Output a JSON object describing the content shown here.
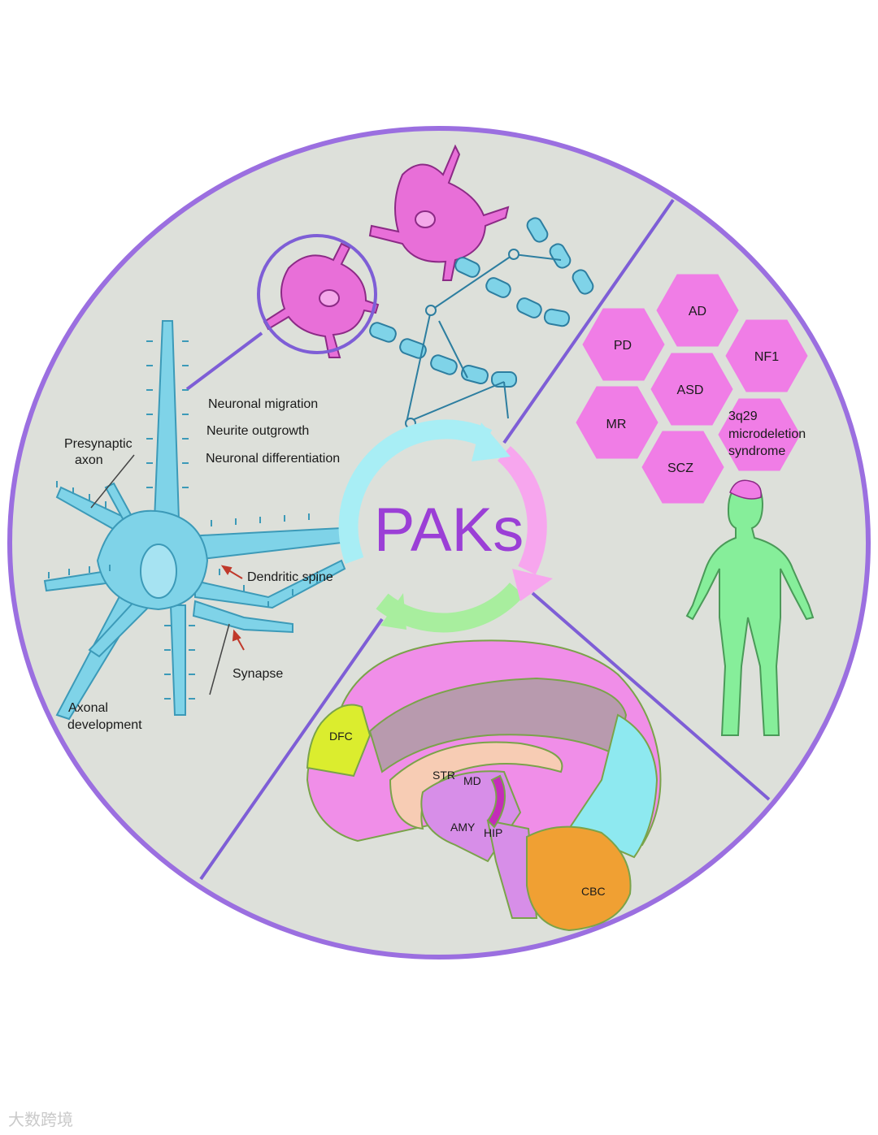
{
  "center": {
    "title": "PAKs"
  },
  "processes": [
    "Neuronal migration",
    "Neurite outgrowth",
    "Neuronal differentiation"
  ],
  "neuron_labels": {
    "presynaptic": [
      "Presynaptic",
      "axon"
    ],
    "dendritic_spine": "Dendritic spine",
    "synapse": "Synapse",
    "axonal": [
      "Axonal",
      "development"
    ]
  },
  "diseases": {
    "AD": "AD",
    "PD": "PD",
    "NF1": "NF1",
    "ASD": "ASD",
    "MR": "MR",
    "SCZ": "SCZ",
    "deletion": [
      "3q29",
      "microdeletion",
      "syndrome"
    ]
  },
  "brain_regions": {
    "DFC": "DFC",
    "STR": "STR",
    "MD": "MD",
    "AMY": "AMY",
    "HIP": "HIP",
    "CBC": "CBC"
  },
  "colors": {
    "circle_fill": "#dde0da",
    "circle_border": "#9b6fe0",
    "neuron": "#7fd3e8",
    "neuron_outline": "#3c9ab8",
    "pink_neuron": "#e86fd8",
    "hexagon": "#f07de6",
    "body": "#86ee9a",
    "paks_text": "#9b3fd6",
    "arrow_cyan": "#a8eef5",
    "arrow_pink": "#f7a6ee",
    "arrow_green": "#a8ee9e"
  },
  "watermark": "大数跨境"
}
